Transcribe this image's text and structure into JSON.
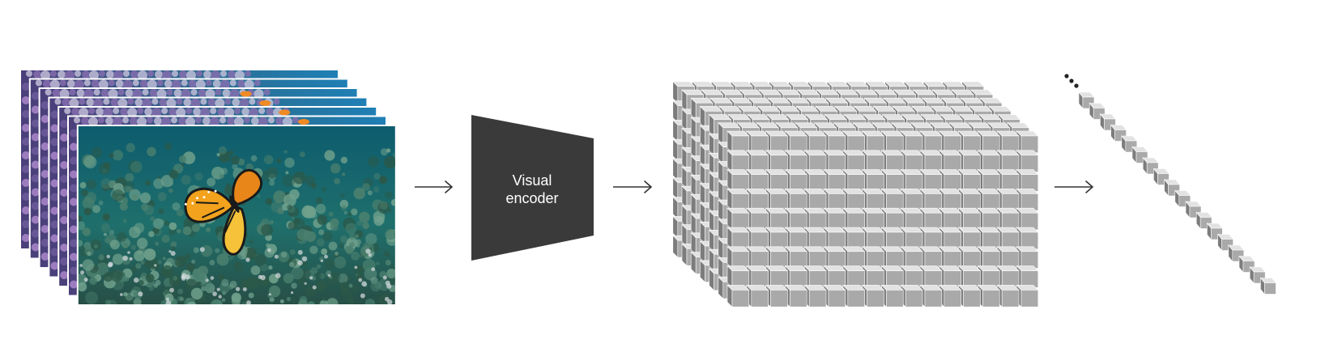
{
  "encoder": {
    "label_line1": "Visual",
    "label_line2": "encoder",
    "fill": "#3a3a3a"
  },
  "frames": {
    "count": 7,
    "subject_icon": "butterfly-icon",
    "water_colors": [
      "#0f4a5c",
      "#1c6c7a",
      "#2f8d8a"
    ],
    "reef_colors": [
      "#4a7f6e",
      "#6fa08c",
      "#2c5848"
    ],
    "wing_color": "#f2a21c"
  },
  "token_grid": {
    "columns": 16,
    "rows": 9,
    "depth": 7,
    "face_color": "#a9a9a9",
    "top_color": "#e2e2e2",
    "side_color": "#7c7c7c"
  },
  "token_sequence": {
    "count": 18,
    "ellipsis_dots": 3
  },
  "colors": {
    "arrow": "#333333",
    "background": "#ffffff"
  }
}
